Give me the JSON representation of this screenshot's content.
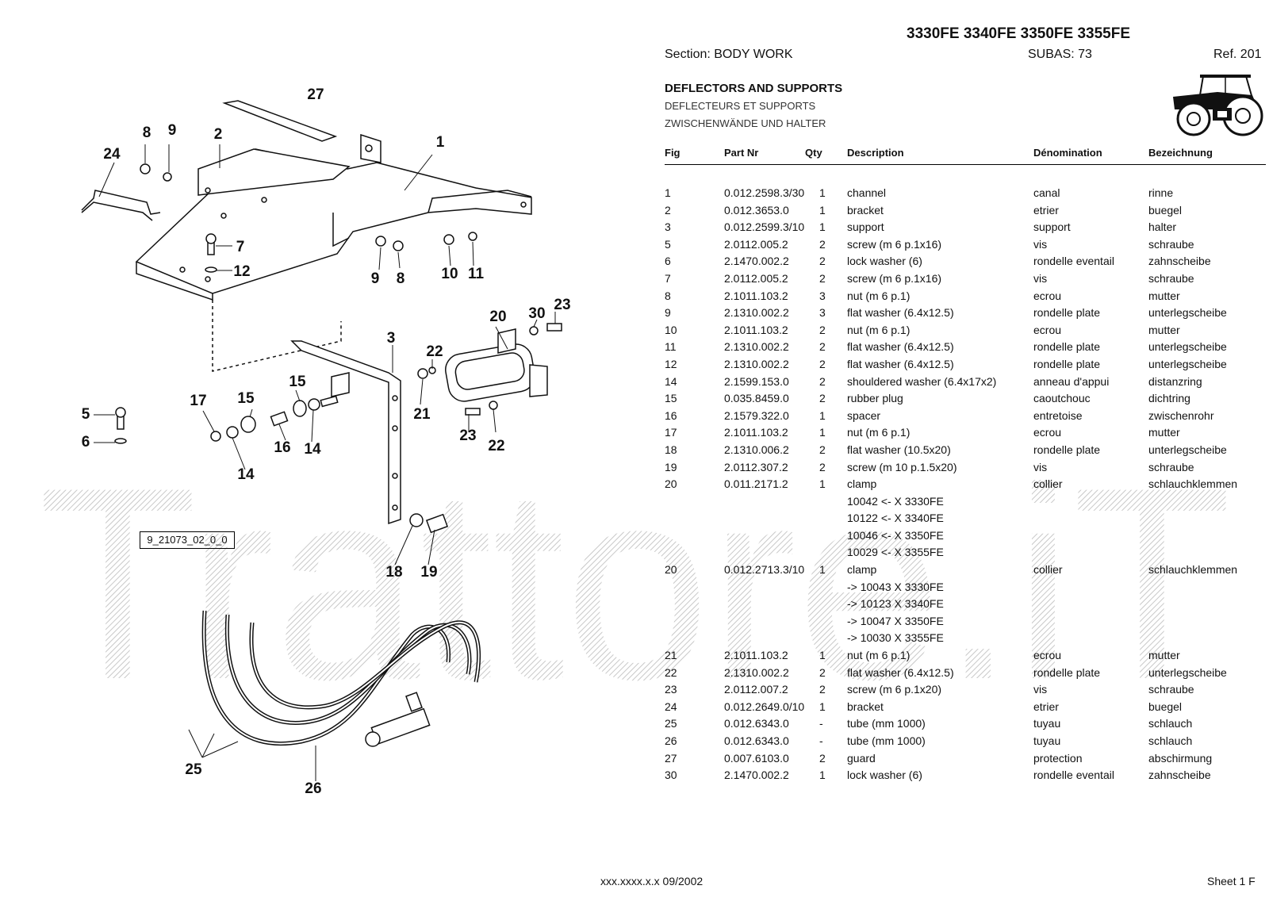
{
  "header": {
    "models": "3330FE 3340FE 3350FE 3355FE",
    "section": "Section: BODY  WORK",
    "subas": "SUBAS: 73",
    "ref": "Ref. 201",
    "title_en": "DEFLECTORS AND SUPPORTS",
    "title_fr": "DEFLECTEURS ET SUPPORTS",
    "title_de": "ZWISCHENWÄNDE UND HALTER"
  },
  "watermark": "Trattore.iT",
  "table": {
    "columns": {
      "fig": "Fig",
      "part": "Part Nr",
      "qty": "Qty",
      "desc": "Description",
      "den": "Dénomination",
      "bez": "Bezeichnung"
    },
    "rows": [
      {
        "fig": "1",
        "part": "0.012.2598.3/30",
        "qty": "1",
        "desc": "channel",
        "den": "canal",
        "bez": "rinne"
      },
      {
        "fig": "2",
        "part": "0.012.3653.0",
        "qty": "1",
        "desc": "bracket",
        "den": "etrier",
        "bez": "buegel"
      },
      {
        "fig": "3",
        "part": "0.012.2599.3/10",
        "qty": "1",
        "desc": "support",
        "den": "support",
        "bez": "halter"
      },
      {
        "fig": "5",
        "part": "2.0112.005.2",
        "qty": "2",
        "desc": "screw (m 6 p.1x16)",
        "den": "vis",
        "bez": "schraube"
      },
      {
        "fig": "6",
        "part": "2.1470.002.2",
        "qty": "2",
        "desc": "lock washer (6)",
        "den": "rondelle eventail",
        "bez": "zahnscheibe"
      },
      {
        "fig": "7",
        "part": "2.0112.005.2",
        "qty": "2",
        "desc": "screw (m 6 p.1x16)",
        "den": "vis",
        "bez": "schraube"
      },
      {
        "fig": "8",
        "part": "2.1011.103.2",
        "qty": "3",
        "desc": "nut (m 6 p.1)",
        "den": "ecrou",
        "bez": "mutter"
      },
      {
        "fig": "9",
        "part": "2.1310.002.2",
        "qty": "3",
        "desc": "flat washer (6.4x12.5)",
        "den": "rondelle plate",
        "bez": "unterlegscheibe"
      },
      {
        "fig": "10",
        "part": "2.1011.103.2",
        "qty": "2",
        "desc": "nut (m 6 p.1)",
        "den": "ecrou",
        "bez": "mutter"
      },
      {
        "fig": "11",
        "part": "2.1310.002.2",
        "qty": "2",
        "desc": "flat washer (6.4x12.5)",
        "den": "rondelle plate",
        "bez": "unterlegscheibe"
      },
      {
        "fig": "12",
        "part": "2.1310.002.2",
        "qty": "2",
        "desc": "flat washer (6.4x12.5)",
        "den": "rondelle plate",
        "bez": "unterlegscheibe"
      },
      {
        "fig": "14",
        "part": "2.1599.153.0",
        "qty": "2",
        "desc": "shouldered washer (6.4x17x2)",
        "den": "anneau d'appui",
        "bez": "distanzring"
      },
      {
        "fig": "15",
        "part": "0.035.8459.0",
        "qty": "2",
        "desc": "rubber plug",
        "den": "caoutchouc",
        "bez": "dichtring"
      },
      {
        "fig": "16",
        "part": "2.1579.322.0",
        "qty": "1",
        "desc": "spacer",
        "den": "entretoise",
        "bez": "zwischenrohr"
      },
      {
        "fig": "17",
        "part": "2.1011.103.2",
        "qty": "1",
        "desc": "nut (m 6 p.1)",
        "den": "ecrou",
        "bez": "mutter"
      },
      {
        "fig": "18",
        "part": "2.1310.006.2",
        "qty": "2",
        "desc": "flat washer (10.5x20)",
        "den": "rondelle plate",
        "bez": "unterlegscheibe"
      },
      {
        "fig": "19",
        "part": "2.0112.307.2",
        "qty": "2",
        "desc": "screw (m 10 p.1.5x20)",
        "den": "vis",
        "bez": "schraube"
      },
      {
        "fig": "20",
        "part": "0.011.2171.2",
        "qty": "1",
        "desc": "clamp",
        "den": "collier",
        "bez": "schlauchklemmen"
      },
      {
        "fig": "",
        "part": "",
        "qty": "",
        "desc": "10042 <- X 3330FE",
        "den": "",
        "bez": ""
      },
      {
        "fig": "",
        "part": "",
        "qty": "",
        "desc": "10122 <- X 3340FE",
        "den": "",
        "bez": ""
      },
      {
        "fig": "",
        "part": "",
        "qty": "",
        "desc": "10046 <- X 3350FE",
        "den": "",
        "bez": ""
      },
      {
        "fig": "",
        "part": "",
        "qty": "",
        "desc": "10029 <- X 3355FE",
        "den": "",
        "bez": ""
      },
      {
        "fig": "20",
        "part": "0.012.2713.3/10",
        "qty": "1",
        "desc": "clamp",
        "den": "collier",
        "bez": "schlauchklemmen"
      },
      {
        "fig": "",
        "part": "",
        "qty": "",
        "desc": "-> 10043 X  3330FE",
        "den": "",
        "bez": ""
      },
      {
        "fig": "",
        "part": "",
        "qty": "",
        "desc": "-> 10123 X  3340FE",
        "den": "",
        "bez": ""
      },
      {
        "fig": "",
        "part": "",
        "qty": "",
        "desc": "-> 10047 X  3350FE",
        "den": "",
        "bez": ""
      },
      {
        "fig": "",
        "part": "",
        "qty": "",
        "desc": "-> 10030 X  3355FE",
        "den": "",
        "bez": ""
      },
      {
        "fig": "21",
        "part": "2.1011.103.2",
        "qty": "1",
        "desc": "nut (m 6 p.1)",
        "den": "ecrou",
        "bez": "mutter"
      },
      {
        "fig": "22",
        "part": "2.1310.002.2",
        "qty": "2",
        "desc": "flat washer (6.4x12.5)",
        "den": "rondelle plate",
        "bez": "unterlegscheibe"
      },
      {
        "fig": "23",
        "part": "2.0112.007.2",
        "qty": "2",
        "desc": "screw (m 6 p.1x20)",
        "den": "vis",
        "bez": "schraube"
      },
      {
        "fig": "24",
        "part": "0.012.2649.0/10",
        "qty": "1",
        "desc": "bracket",
        "den": "etrier",
        "bez": "buegel"
      },
      {
        "fig": "25",
        "part": "0.012.6343.0",
        "qty": "-",
        "desc": "tube (mm 1000)",
        "den": "tuyau",
        "bez": "schlauch"
      },
      {
        "fig": "26",
        "part": "0.012.6343.0",
        "qty": "-",
        "desc": "tube (mm 1000)",
        "den": "tuyau",
        "bez": "schlauch"
      },
      {
        "fig": "27",
        "part": "0.007.6103.0",
        "qty": "2",
        "desc": "guard",
        "den": "protection",
        "bez": "abschirmung"
      },
      {
        "fig": "30",
        "part": "2.1470.002.2",
        "qty": "1",
        "desc": "lock washer (6)",
        "den": "rondelle eventail",
        "bez": "zahnscheibe"
      }
    ]
  },
  "diagram": {
    "figure_id": "9_21073_02_0_0",
    "callouts": [
      "27",
      "1",
      "2",
      "8",
      "9",
      "24",
      "7",
      "12",
      "9",
      "8",
      "10",
      "11",
      "20",
      "30",
      "23",
      "3",
      "22",
      "15",
      "17",
      "15",
      "21",
      "5",
      "6",
      "16",
      "14",
      "14",
      "23",
      "22",
      "18",
      "19",
      "25",
      "26"
    ]
  },
  "footer": {
    "code": "xxx.xxxx.x.x  09/2002",
    "sheet": "Sheet 1 F"
  }
}
